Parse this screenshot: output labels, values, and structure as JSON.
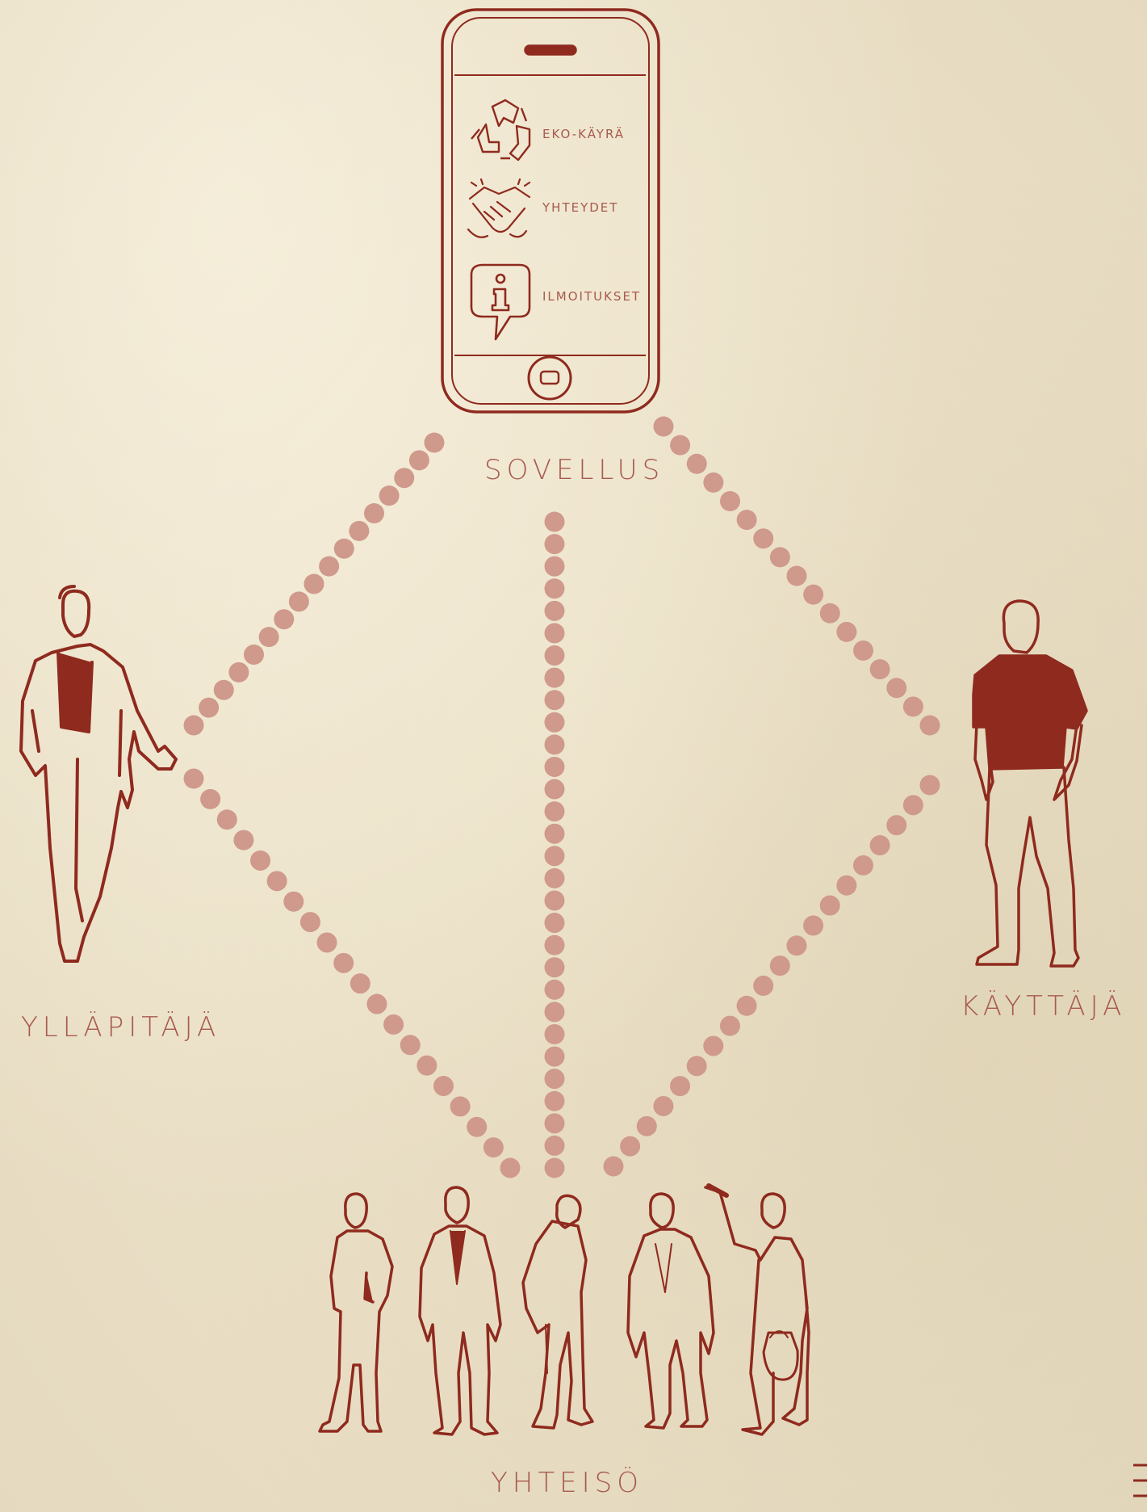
{
  "nodes": {
    "app": "SOVELLUS",
    "admin": "YLLÄPITÄJÄ",
    "user": "KÄYTTÄJÄ",
    "community": "YHTEISÖ"
  },
  "phone_menu": [
    {
      "icon": "recycle-icon",
      "label": "EKO-KÄYRÄ"
    },
    {
      "icon": "handshake-icon",
      "label": "YHTEYDET"
    },
    {
      "icon": "info-icon",
      "label": "ILMOITUKSET"
    }
  ],
  "colors": {
    "background": "#efe5cd",
    "ink": "#8f2a1e",
    "dots": "#cf998c",
    "label": "#a85a4e"
  }
}
